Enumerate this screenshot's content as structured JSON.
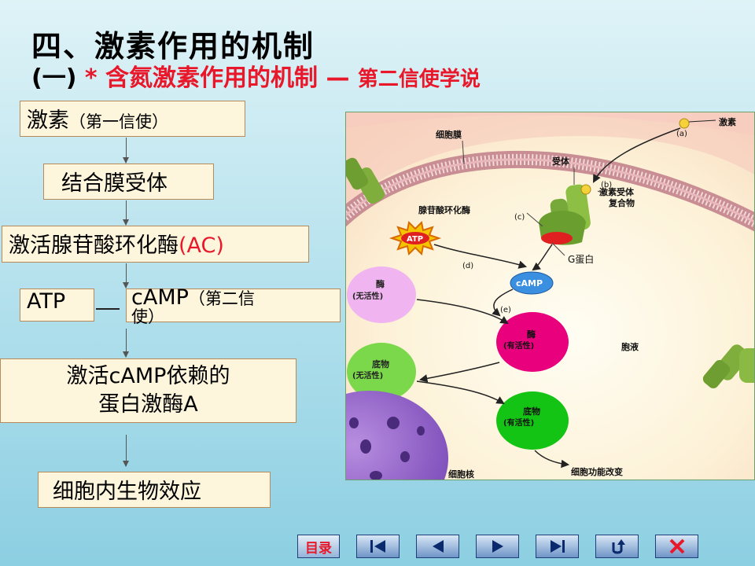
{
  "title": {
    "line1": "四、激素作用的机制",
    "line2_prefix": "(一)",
    "line2_star": "* ",
    "line2_red": "含氮激素作用的机制",
    "line2_dash": "—",
    "line2_sub": "第二信使学说"
  },
  "flow": {
    "hormone_main": "激素",
    "hormone_note": "（第一信使）",
    "bind_receptor": "结合膜受体",
    "activate_ac": "激活腺苷酸环化酶",
    "ac_abbr": "(AC)",
    "atp": "ATP",
    "camp": "cAMP",
    "camp_note_1": "（第二信",
    "camp_note_2": "使）",
    "pka_line1": "激活cAMP依赖的",
    "pka_line2": "蛋白激酶A",
    "effect": "细胞内生物效应"
  },
  "diagram": {
    "hormone": "激素",
    "label_a": "(a)",
    "membrane": "细胞膜",
    "receptor": "受体",
    "label_b": "(b)",
    "complex_1": "激素受体",
    "complex_2": "复合物",
    "adenylate_cyclase": "腺苷酸环化酶",
    "label_c": "(c)",
    "atp": "ATP",
    "label_d": "(d)",
    "g_protein": "G蛋白",
    "camp": "cAMP",
    "enzyme_inactive_1": "酶",
    "enzyme_inactive_2": "(无活性)",
    "label_e": "(e)",
    "enzyme_active_1": "酶",
    "enzyme_active_2": "(有活性)",
    "cytoplasm": "胞液",
    "substrate_inactive_1": "底物",
    "substrate_inactive_2": "(无活性)",
    "substrate_active_1": "底物",
    "substrate_active_2": "(有活性)",
    "nucleus": "细胞核",
    "function_change": "细胞功能改变"
  },
  "nav": {
    "menu_label": "目录"
  }
}
